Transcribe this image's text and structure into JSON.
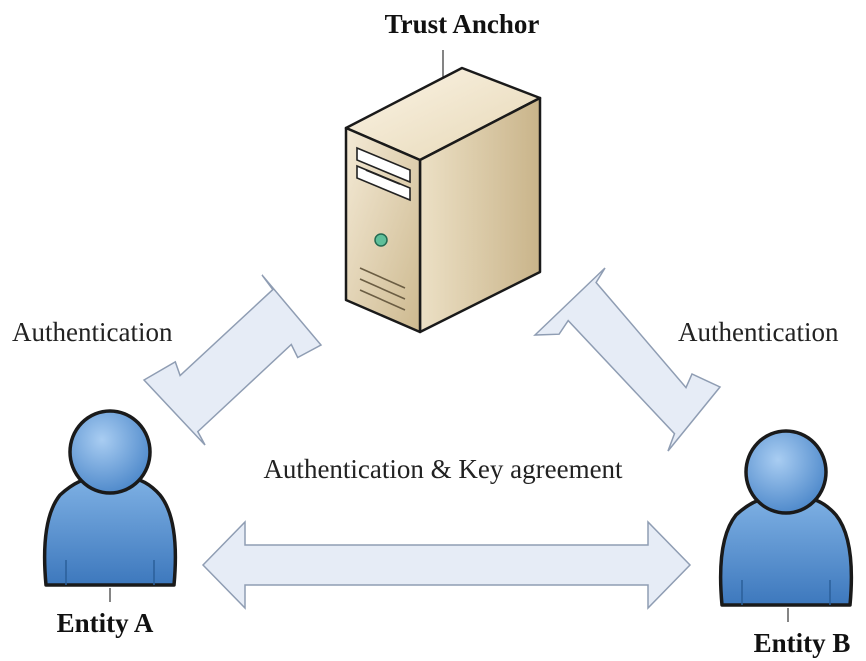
{
  "nodes": {
    "trust_anchor": {
      "label": "Trust Anchor"
    },
    "entity_a": {
      "label": "Entity A"
    },
    "entity_b": {
      "label": "Entity B"
    }
  },
  "edges": {
    "left": {
      "label": "Authentication"
    },
    "right": {
      "label": "Authentication"
    },
    "bottom": {
      "label": "Authentication & Key agreement"
    }
  }
}
